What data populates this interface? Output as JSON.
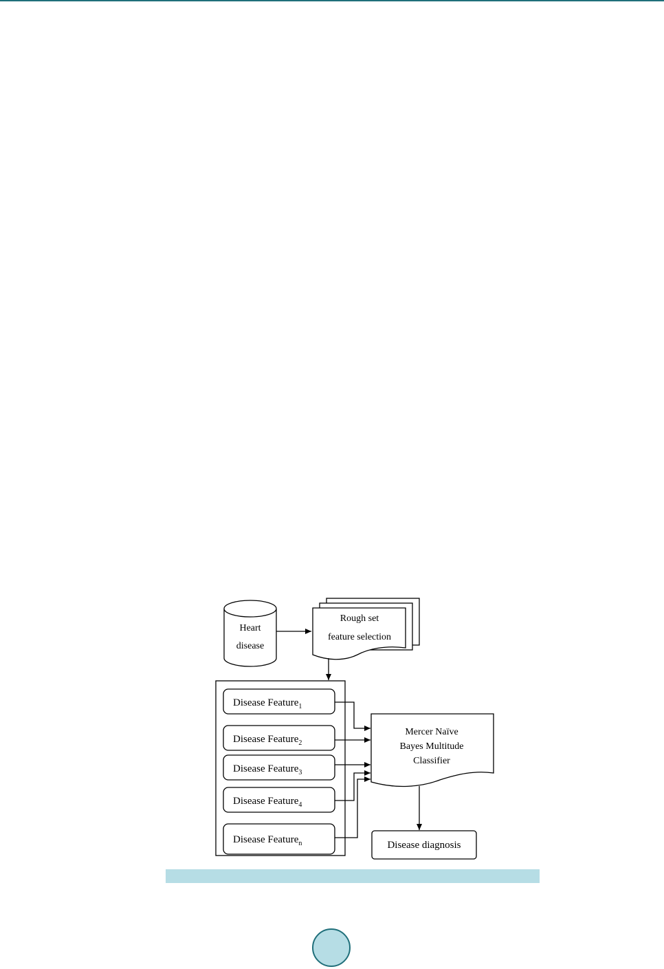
{
  "diagram": {
    "source": {
      "line1": "Heart",
      "line2": "disease"
    },
    "selection": {
      "line1": "Rough set",
      "line2": "feature selection"
    },
    "features": [
      {
        "label": "Disease Feature",
        "sub": "1"
      },
      {
        "label": "Disease Feature",
        "sub": "2"
      },
      {
        "label": "Disease Feature",
        "sub": "3"
      },
      {
        "label": "Disease Feature",
        "sub": "4"
      },
      {
        "label": "Disease Feature",
        "sub": "n"
      }
    ],
    "classifier": {
      "line1": "Mercer Naïve",
      "line2": "Bayes Multitude",
      "line3": "Classifier"
    },
    "output": {
      "label": "Disease diagnosis"
    }
  },
  "colors": {
    "top_rule": "#1f6f7a",
    "caption_bar": "#b6dde5",
    "page_badge_fill": "#b6dde5",
    "page_badge_border": "#1f6f7a"
  }
}
